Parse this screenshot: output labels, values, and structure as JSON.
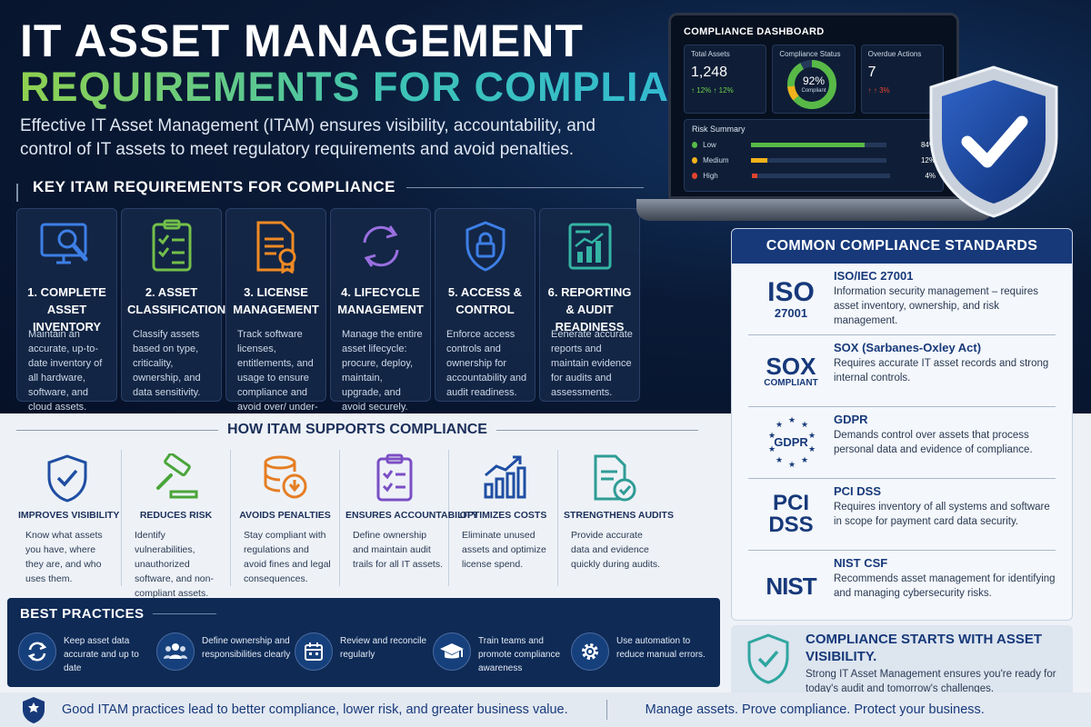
{
  "header": {
    "title_line1": "IT ASSET MANAGEMENT",
    "title_line2": "REQUIREMENTS FOR COMPLIANCE",
    "intro": "Effective IT Asset Management (ITAM) ensures visibility, accountability, and control of IT assets to meet regulatory requirements and avoid penalties."
  },
  "key_requirements": {
    "heading": "KEY ITAM REQUIREMENTS FOR COMPLIANCE",
    "items": [
      {
        "icon": "magnifier-monitor-icon",
        "title": "1. COMPLETE ASSET INVENTORY",
        "desc": "Maintain an accurate, up-to-date inventory of all hardware, software, and cloud assets."
      },
      {
        "icon": "checklist-icon",
        "title": "2. ASSET CLASSIFICATION",
        "desc": "Classify assets based on type, criticality, ownership, and data sensitivity."
      },
      {
        "icon": "certificate-document-icon",
        "title": "3. LICENSE MANAGEMENT",
        "desc": "Track software licenses, entitlements, and usage to ensure compliance and avoid over/ under-licensing."
      },
      {
        "icon": "cycle-arrows-icon",
        "title": "4. LIFECYCLE MANAGEMENT",
        "desc": "Manage the entire asset lifecycle: procure, deploy, maintain, upgrade, and avoid securely."
      },
      {
        "icon": "shield-lock-icon",
        "title": "5. ACCESS & CONTROL",
        "desc": "Enforce access controls and ownership for accountability and audit readiness."
      },
      {
        "icon": "report-chart-icon",
        "title": "6. REPORTING & AUDIT READINESS",
        "desc": "Eenerate accurate reports and maintain evidence for audits and assessments."
      }
    ]
  },
  "dashboard": {
    "title": "COMPLIANCE DASHBOARD",
    "total_assets_label": "Total Assets",
    "total_assets_value": "1,248",
    "total_assets_trend": "↑ 12% ↑ 12%",
    "compliance_label": "Compliance Status",
    "compliance_value": "92%",
    "compliance_sub": "Compliant",
    "compliance_fraction": 0.92,
    "overdue_label": "Overdue Actions",
    "overdue_value": "7",
    "overdue_trend": "↑ ↑ 3%",
    "risk_title": "Risk Summary",
    "risks": [
      {
        "name": "Low",
        "percent": "84%",
        "fraction": 0.84,
        "color": "#58b947"
      },
      {
        "name": "Medium",
        "percent": "12%",
        "fraction": 0.12,
        "color": "#f2b21b"
      },
      {
        "name": "High",
        "percent": "4%",
        "fraction": 0.04,
        "color": "#e2432f"
      }
    ]
  },
  "standards": {
    "heading": "COMMON COMPLIANCE STANDARDS",
    "items": [
      {
        "logo_line1": "ISO",
        "logo_line2": "27001",
        "name": "ISO/IEC 27001",
        "desc": "Information security management – requires asset inventory, ownership, and risk management."
      },
      {
        "logo_line1": "SOX",
        "logo_line2": "COMPLIANT",
        "name": "SOX (Sarbanes-Oxley Act)",
        "desc": "Requires accurate IT asset records and strong internal controls."
      },
      {
        "logo_line1": "GDPR",
        "logo_line2": "",
        "name": "GDPR",
        "desc": "Demands control over assets that process personal data and evidence of compliance."
      },
      {
        "logo_line1": "PCI",
        "logo_line2": "DSS",
        "name": "PCI DSS",
        "desc": "Requires inventory of all systems and software in scope for payment card data security."
      },
      {
        "logo_line1": "NIST",
        "logo_line2": "",
        "name": "NIST CSF",
        "desc": "Recommends asset management for identifying and managing cybersecurity risks."
      }
    ]
  },
  "starts": {
    "title": "COMPLIANCE STARTS WITH ASSET VISIBILITY.",
    "desc": "Strong IT Asset Management ensures you're ready for today's audit and tomorrow's challenges."
  },
  "how": {
    "heading": "HOW ITAM SUPPORTS COMPLIANCE",
    "items": [
      {
        "icon": "shield-check-icon",
        "title": "IMPROVES VISIBILITY",
        "desc": "Know what assets you have, where they are, and who uses them."
      },
      {
        "icon": "gavel-icon",
        "title": "REDUCES RISK",
        "desc": "Identify vulnerabilities, unauthorized software, and non-compliant assets."
      },
      {
        "icon": "coins-down-icon",
        "title": "AVOIDS PENALTIES",
        "desc": "Stay compliant with regulations and avoid fines and legal consequences."
      },
      {
        "icon": "clipboard-check-icon",
        "title": "ENSURES ACCOUNTABILITY",
        "desc": "Define ownership and maintain audit trails for all IT assets."
      },
      {
        "icon": "growth-chart-icon",
        "title": "OPTIMIZES COSTS",
        "desc": "Eliminate unused assets and optimize license spend."
      },
      {
        "icon": "document-check-icon",
        "title": "STRENGTHENS AUDITS",
        "desc": "Provide accurate data and evidence quickly during audits."
      }
    ]
  },
  "best_practices": {
    "heading": "BEST PRACTICES",
    "items": [
      {
        "icon": "sync-icon",
        "text": "Keep asset data accurate and up to date"
      },
      {
        "icon": "team-icon",
        "text": "Define ownership and responsibilities clearly"
      },
      {
        "icon": "calendar-icon",
        "text": "Review and reconcile regularly"
      },
      {
        "icon": "graduation-cap-icon",
        "text": "Train teams and promote compliance awareness"
      },
      {
        "icon": "gear-icon",
        "text": "Use automation to reduce manual errors."
      }
    ]
  },
  "footer": {
    "left": "Good ITAM practices lead to better compliance, lower risk, and greater business value.",
    "right": "Manage assets. Prove compliance. Protect your business."
  },
  "colors": {
    "navy": "#0e2a55",
    "brand_blue": "#17397a",
    "green": "#8fd14f",
    "teal": "#3ec3b5"
  }
}
